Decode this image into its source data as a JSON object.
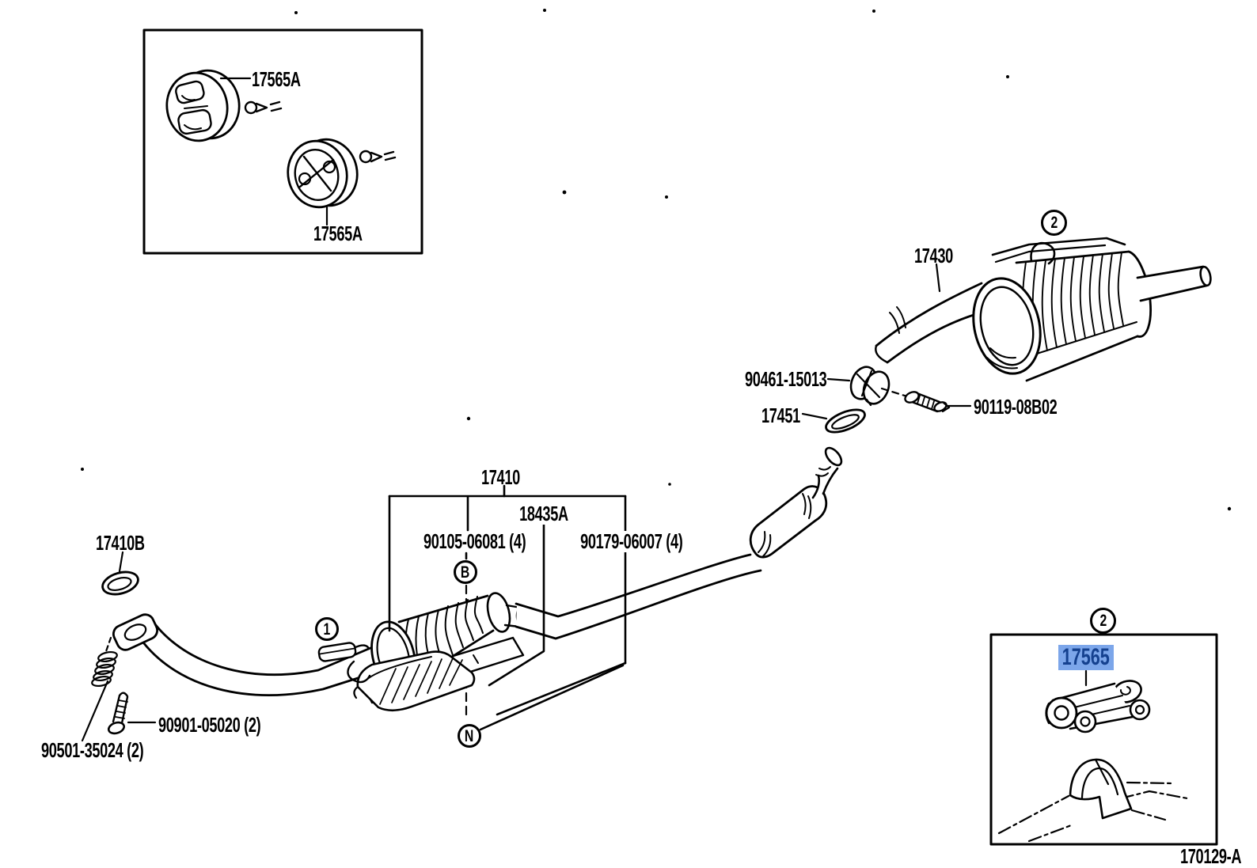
{
  "diagram": {
    "type": "exhaust-pipe-parts-diagram",
    "drawing_code": "170129-A",
    "colors": {
      "line": "#000000",
      "background": "#FFFFFF",
      "highlight_bg": "#7CA6EA",
      "highlight_text": "#15418F"
    },
    "labels": {
      "hanger_top_left_upper": "17565A",
      "hanger_top_left_lower": "17565A",
      "muffler": "17430",
      "clamp": "90461-15013",
      "gasket_rear": "17451",
      "bolt_rear": "90119-08B02",
      "pipe_assembly": "17410",
      "heat_insulator": "18435A",
      "bolt_fitting_b": "90105-06081 (4)",
      "nut_fitting_n": "90179-06007 (4)",
      "gasket_front": "17410B",
      "bolt_front": "90901-05020 (2)",
      "spring": "90501-35024 (2)"
    },
    "highlighted_part": {
      "part_number": "17565"
    },
    "callouts": {
      "muffler_section": "2",
      "inset_section": "2",
      "front_pipe_section": "1",
      "bolt_marker": "B",
      "nut_marker": "N"
    }
  }
}
